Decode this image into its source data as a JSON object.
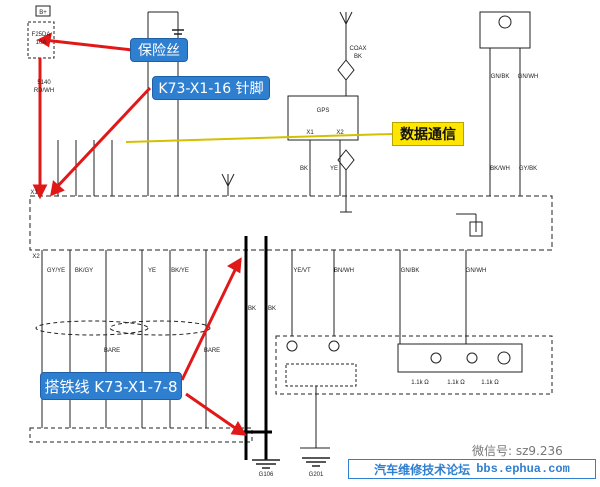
{
  "fuse": {
    "box_label": "B+",
    "id": "F25DA",
    "rating": "10A",
    "pin": "X1",
    "wire": "RD/WH",
    "circuit": "5140"
  },
  "callouts": {
    "fuse_label": "保险丝",
    "connector_label": "K73-X1-16 针脚",
    "data_comm_label": "数据通信",
    "ground_label": "搭铁线 K73-X1-7-8"
  },
  "antenna": {
    "wire": "COAX",
    "color": "BK"
  },
  "gps_module": {
    "label": "GPS",
    "pins": [
      "X1",
      "X2"
    ],
    "wires": [
      "BK",
      "YE"
    ]
  },
  "module": {
    "connector_top": "X1",
    "connector_bottom": "X2"
  },
  "speaker_wires": [
    "GY/YE",
    "BK/GY",
    "BARE",
    "YE",
    "BK/YE",
    "BARE"
  ],
  "mic_wires": [
    "GN/BK",
    "GN/WH",
    "BK/WH",
    "GY/BK"
  ],
  "ground_wires": [
    "BK",
    "BK"
  ],
  "button_wires": [
    "YE/VT",
    "BN/WH",
    "GN/BK",
    "GN/WH"
  ],
  "resistors": [
    "1.1k Ω",
    "1.1k Ω",
    "1.1k Ω"
  ],
  "bottom": {
    "ground1": "G106",
    "ground2": "G201"
  },
  "watermark": {
    "wechat": "微信号: sz9.236",
    "forum": "汽车维修技术论坛",
    "url": "bbs.ephua.com"
  }
}
